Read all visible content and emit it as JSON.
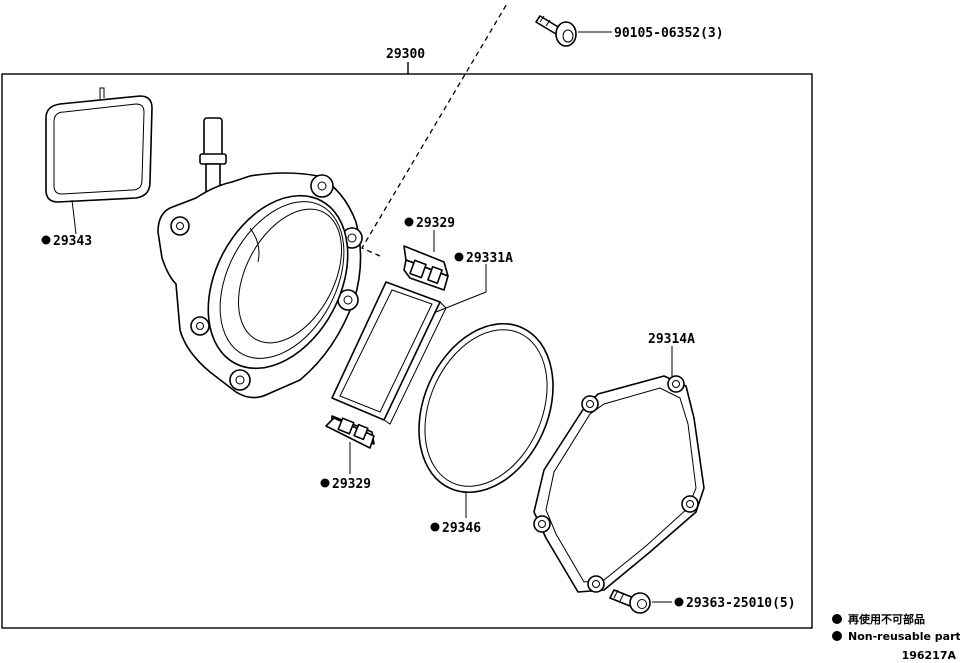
{
  "assembly_label": "29300",
  "labels": {
    "gasket": "29343",
    "screw": "90105-06352(3)",
    "cover_upper": "29329",
    "plate": "29331A",
    "cover_lower": "29329",
    "o_ring": "29346",
    "back_cover": "29314A",
    "bolt": "29363-25010(5)"
  },
  "non_reusable_marker": "●",
  "legend": {
    "japanese": "再使用不可部品",
    "english": "Non-reusable part"
  },
  "figure_number": "196217A"
}
